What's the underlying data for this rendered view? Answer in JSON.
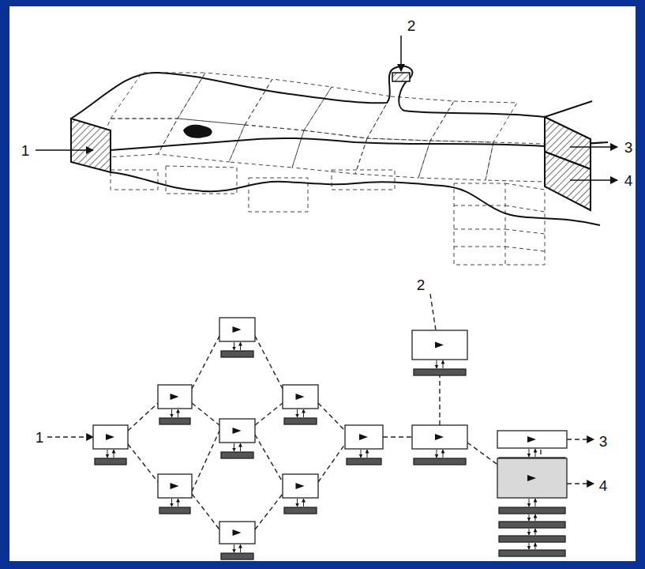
{
  "diagram": {
    "labels": [
      "1",
      "2",
      "3",
      "4",
      "2",
      "1",
      "3",
      "4"
    ]
  }
}
